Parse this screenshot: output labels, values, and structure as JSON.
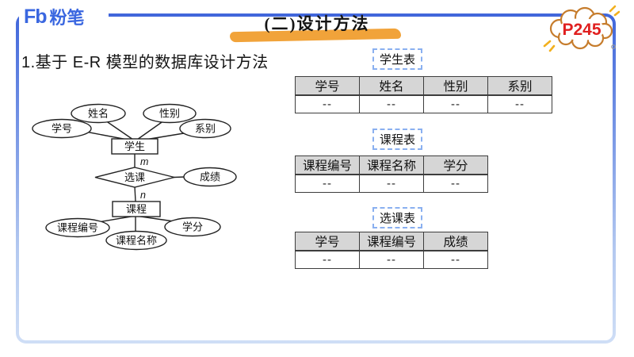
{
  "header": {
    "logo_mark": "Fb",
    "logo_text": "粉笔",
    "section_title": "(二)设计方法",
    "page_badge": "P245"
  },
  "heading": "1.基于 E-R 模型的数据库设计方法",
  "er_diagram": {
    "student_entity": "学生",
    "course_entity": "课程",
    "relationship": "选课",
    "m_label": "m",
    "n_label": "n",
    "grade_attr": "成绩",
    "student_attrs": {
      "id": "学号",
      "name": "姓名",
      "gender": "性别",
      "dept": "系别"
    },
    "course_attrs": {
      "id": "课程编号",
      "name": "课程名称",
      "credit": "学分"
    }
  },
  "tables": [
    {
      "title": "学生表",
      "columns": [
        "学号",
        "姓名",
        "性别",
        "系别"
      ],
      "rows": [
        [
          "--",
          "--",
          "--",
          "--"
        ]
      ]
    },
    {
      "title": "课程表",
      "columns": [
        "课程编号",
        "课程名称",
        "学分"
      ],
      "rows": [
        [
          "--",
          "--",
          "--"
        ]
      ]
    },
    {
      "title": "选课表",
      "columns": [
        "学号",
        "课程编号",
        "成绩"
      ],
      "rows": [
        [
          "--",
          "--",
          "--"
        ]
      ]
    }
  ],
  "colors": {
    "brand_blue": "#3a67e0",
    "frame_top_blue": "#4066db",
    "frame_bottom_blue": "#cfdef6",
    "highlight_orange": "#f1a33a",
    "badge_red": "#e01f1f",
    "badge_outline_orange": "#c67c2c",
    "table_header_bg": "#d6d6d6",
    "table_border": "#3d3d3d",
    "label_dashed_blue": "#8ab0f0"
  }
}
